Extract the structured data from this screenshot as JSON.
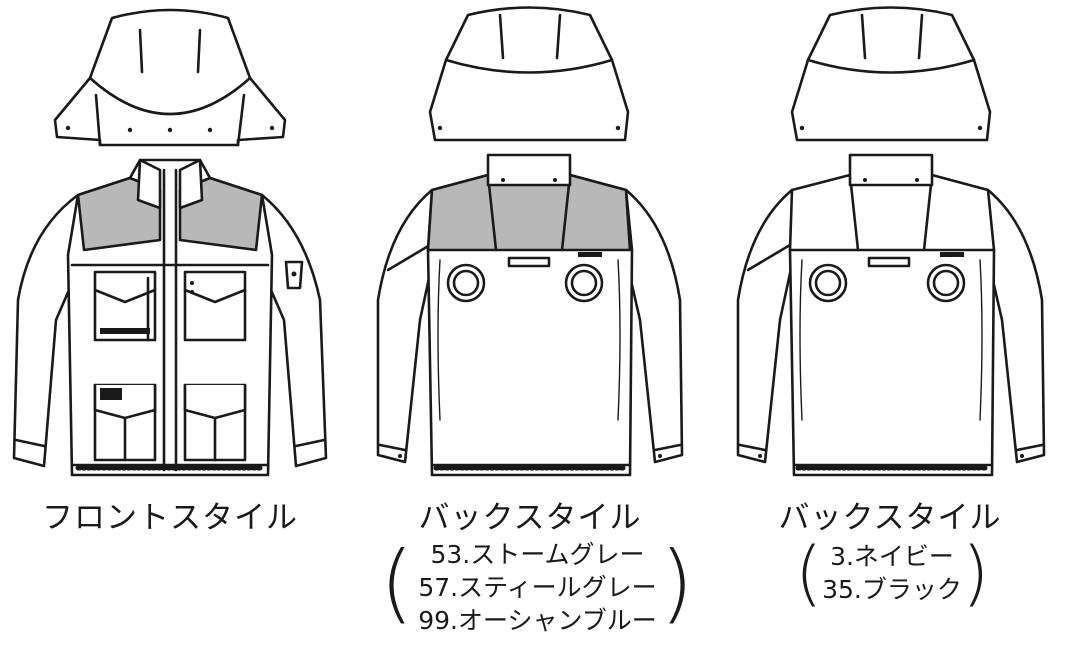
{
  "panels": [
    {
      "caption": "フロントスタイル",
      "colors": []
    },
    {
      "caption": "バックスタイル",
      "colors": [
        "53.ストームグレー",
        "57.スティールグレー",
        "99.オーシャンブルー"
      ]
    },
    {
      "caption": "バックスタイル",
      "colors": [
        "3.ネイビー",
        "35.ブラック"
      ]
    }
  ],
  "paren_left": "(",
  "paren_right": ")",
  "colors_hex": {
    "line": "#1a1a1a",
    "fill": "#ffffff",
    "gray": "#b8b8b8"
  }
}
